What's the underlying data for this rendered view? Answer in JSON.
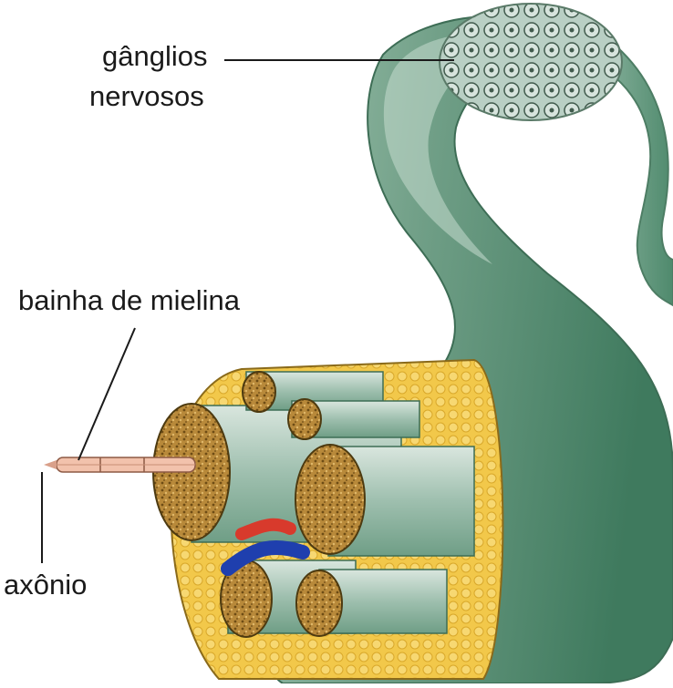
{
  "labels": {
    "ganglia_line1": "gânglios",
    "ganglia_line2": "nervosos",
    "myelin_sheath": "bainha de mielina",
    "axon": "axônio"
  },
  "colors": {
    "nerve_green": "#6f9e86",
    "fat_yellow": "#f0c63a",
    "fiber_brown": "#b58a3a",
    "artery_red": "#d83a2c",
    "vein_blue": "#1f3fae",
    "axon_pink": "#f2c2ac"
  }
}
